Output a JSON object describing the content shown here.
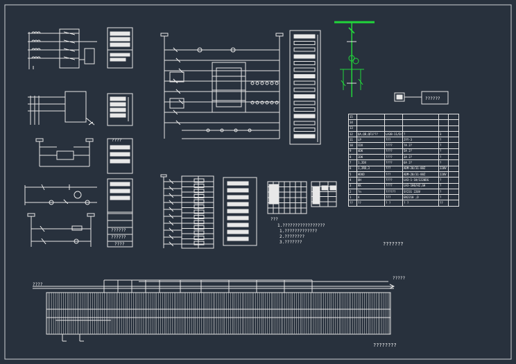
{
  "colors": {
    "background": "#28313d",
    "line": "#e8e8e8",
    "accent": "#21d53a"
  },
  "texts": {
    "busbar_left": "????",
    "busbar_right": "?????",
    "relay_title": "????",
    "seal_label": "??????",
    "title_bom": "???????",
    "title_bottom": "????????",
    "panel_block_1": "??????",
    "panel_block_2": "??????",
    "panel_block_3": "????",
    "small_box": "?????"
  },
  "notes": {
    "header": "???",
    "lines": [
      "1.?????????????????",
      "1.?????????????",
      "2.????????",
      "3.???????"
    ]
  },
  "bom": {
    "rows": [
      [
        "15",
        "",
        "",
        "",
        ""
      ],
      [
        "14",
        "",
        "",
        "",
        ""
      ],
      [
        "13",
        "",
        "",
        "",
        ""
      ],
      [
        "12",
        "QA,QB,QF1???",
        "LA38-11/D/208",
        "?",
        "3"
      ],
      [
        "11",
        "LP",
        "???",
        "JYY-3",
        "?"
      ],
      [
        "10",
        "CDX",
        "????",
        "?A 2?",
        "?"
      ],
      [
        "9",
        "4DK",
        "????",
        "5A 2?",
        "?"
      ],
      [
        "8",
        "2DK",
        "????",
        "3A 2?",
        "?"
      ],
      [
        "7",
        "1,2DX",
        "????",
        "6A 2?",
        "?"
      ],
      [
        "6",
        "1,2RD,3",
        "???",
        "ADM-20/31-88Z",
        "220V"
      ],
      [
        "5",
        "HDUD",
        "???",
        "ADM-20/31-88Z",
        "220V"
      ],
      [
        "4",
        "QH",
        "????",
        "LH3-1-1H/1220DG",
        "?"
      ],
      [
        "3",
        "KK",
        "????",
        "LH3-1H0/H2,GH",
        "?"
      ],
      [
        "2",
        "?n",
        "??????",
        "SY231 220V",
        "?"
      ],
      [
        "1",
        "A",
        "???",
        "EN2210 ,D",
        "?"
      ],
      [
        "??",
        "??",
        "? ?",
        "? ?",
        "??"
      ]
    ]
  }
}
